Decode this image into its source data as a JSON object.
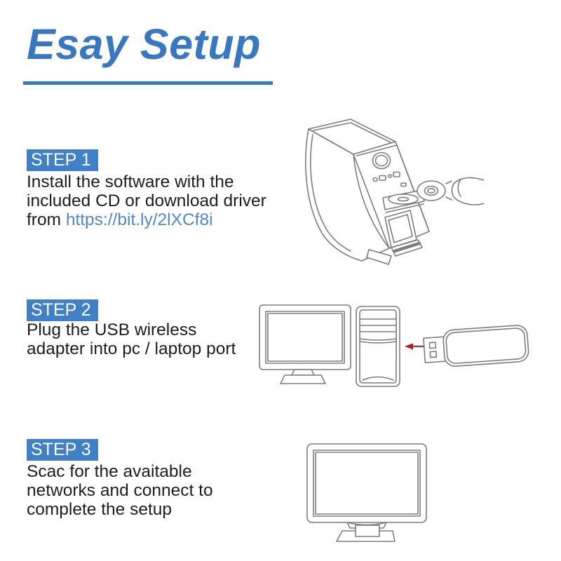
{
  "page": {
    "title": "Esay Setup",
    "colors": {
      "accent": "#3877c2",
      "badge": "#3f80c6",
      "link": "#5089ca",
      "ink": "#1d1d1d",
      "lineart": "#7d7d7d",
      "arrowtail": "#8d4a4a",
      "arrowhead": "#b5201e"
    }
  },
  "steps": [
    {
      "badge": "STEP 1",
      "lines": [
        "Install the software with the",
        "included CD or download driver"
      ],
      "last_line_prefix": "from ",
      "link": "https://bit.ly/2lXCf8i",
      "illustration": "desktop-tower-with-open-cd-tray-and-hand-inserting-cd"
    },
    {
      "badge": "STEP 2",
      "lines": [
        "Plug the USB wireless",
        "adapter into pc / laptop port"
      ],
      "illustration": "monitor-tower-and-usb-wireless-adapter-with-arrow"
    },
    {
      "badge": "STEP 3",
      "lines": [
        "Scac for the avaitable",
        "networks and connect to",
        "complete the setup"
      ],
      "illustration": "desktop-monitor"
    }
  ]
}
